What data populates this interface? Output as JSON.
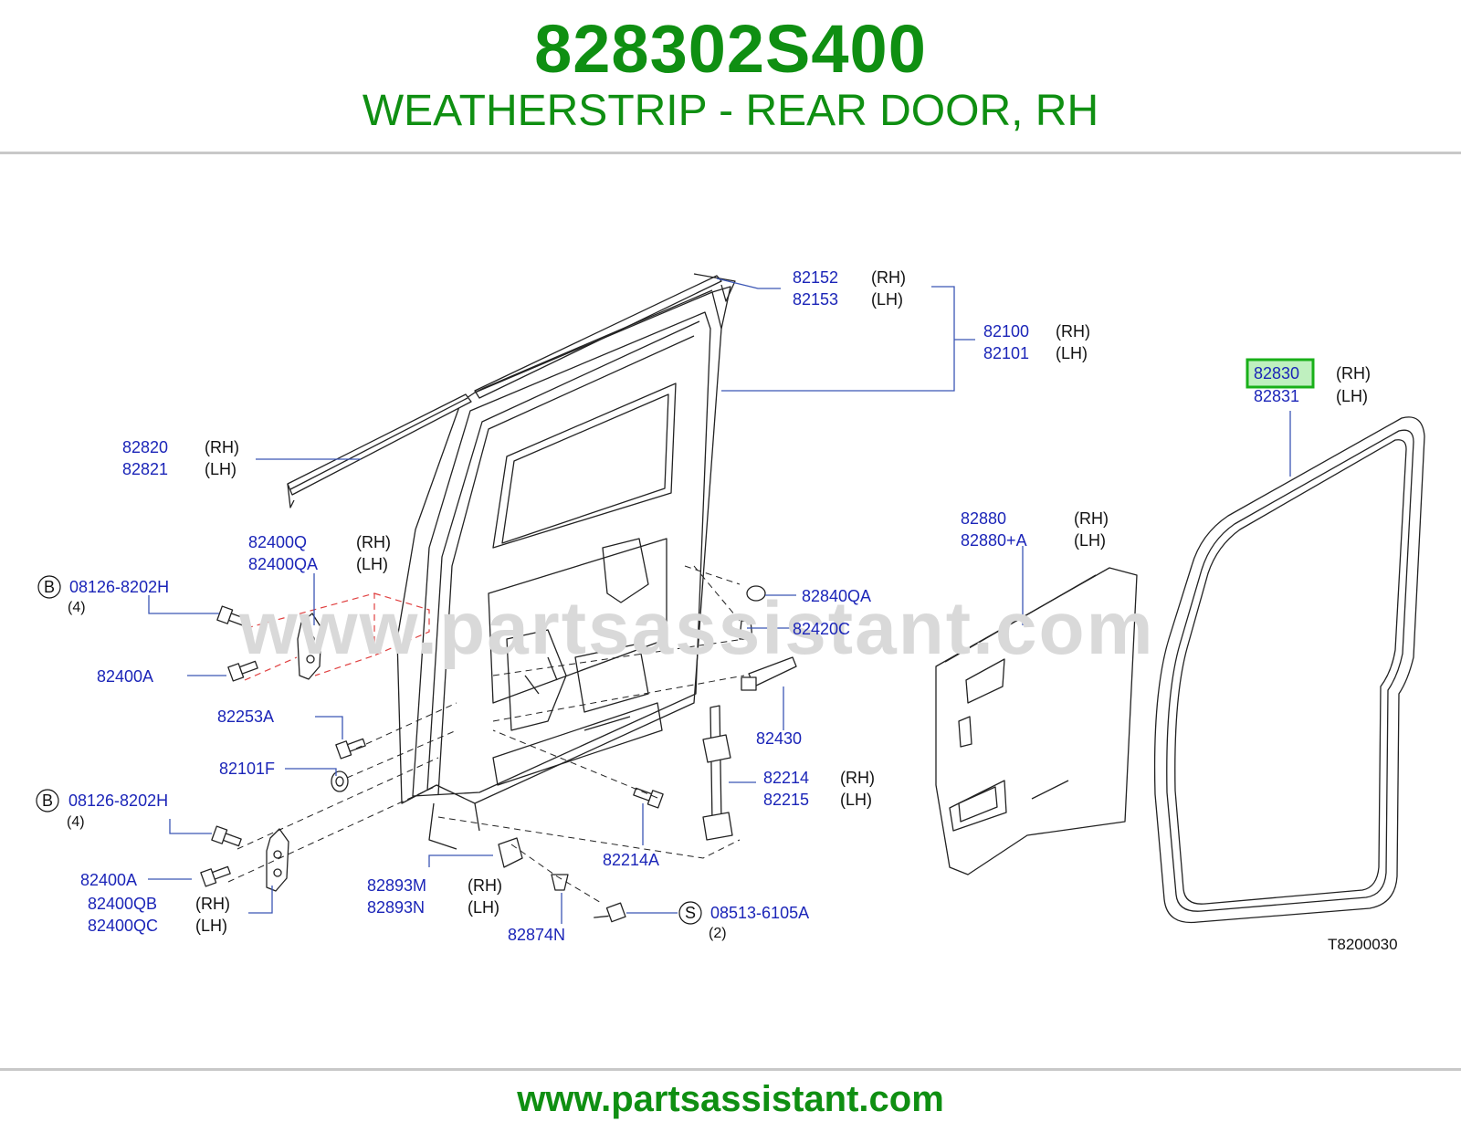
{
  "header": {
    "part_number": "828302S400",
    "description": "WEATHERSTRIP - REAR DOOR, RH"
  },
  "watermark": "www.partsassistant.com",
  "footer": {
    "url": "www.partsassistant.com"
  },
  "diagram_ref": "T8200030",
  "colors": {
    "brand_green": "#0f8f12",
    "label_blue": "#1b25b8",
    "highlight": "#19b019"
  },
  "callouts": {
    "c82152": {
      "pn": "82152",
      "side": "(RH)"
    },
    "c82153": {
      "pn": "82153",
      "side": "(LH)"
    },
    "c82100": {
      "pn": "82100",
      "side": "(RH)"
    },
    "c82101": {
      "pn": "82101",
      "side": "(LH)"
    },
    "c82830": {
      "pn": "82830",
      "side": "(RH)"
    },
    "c82831": {
      "pn": "82831",
      "side": "(LH)"
    },
    "c82820": {
      "pn": "82820",
      "side": "(RH)"
    },
    "c82821": {
      "pn": "82821",
      "side": "(LH)"
    },
    "c82880": {
      "pn": "82880",
      "side": "(RH)"
    },
    "c82880a": {
      "pn": "82880+A",
      "side": "(LH)"
    },
    "c82400q": {
      "pn": "82400Q",
      "side": "(RH)"
    },
    "c82400qa": {
      "pn": "82400QA",
      "side": "(LH)"
    },
    "c08126a": {
      "prefix": "B",
      "pn": "08126-8202H",
      "qty": "(4)"
    },
    "c82840qa": {
      "pn": "82840QA"
    },
    "c82420c": {
      "pn": "82420C"
    },
    "c82400a_1": {
      "pn": "82400A"
    },
    "c82253a": {
      "pn": "82253A"
    },
    "c82430": {
      "pn": "82430"
    },
    "c82101f": {
      "pn": "82101F"
    },
    "c82214": {
      "pn": "82214",
      "side": "(RH)"
    },
    "c82215": {
      "pn": "82215",
      "side": "(LH)"
    },
    "c08126b": {
      "prefix": "B",
      "pn": "08126-8202H",
      "qty": "(4)"
    },
    "c82400a_2": {
      "pn": "82400A"
    },
    "c82400qb": {
      "pn": "82400QB",
      "side": "(RH)"
    },
    "c82400qc": {
      "pn": "82400QC",
      "side": "(LH)"
    },
    "c82893m": {
      "pn": "82893M",
      "side": "(RH)"
    },
    "c82893n": {
      "pn": "82893N",
      "side": "(LH)"
    },
    "c82214a": {
      "pn": "82214A"
    },
    "c82874n": {
      "pn": "82874N"
    },
    "c08513": {
      "prefix": "S",
      "pn": "08513-6105A",
      "qty": "(2)"
    }
  }
}
